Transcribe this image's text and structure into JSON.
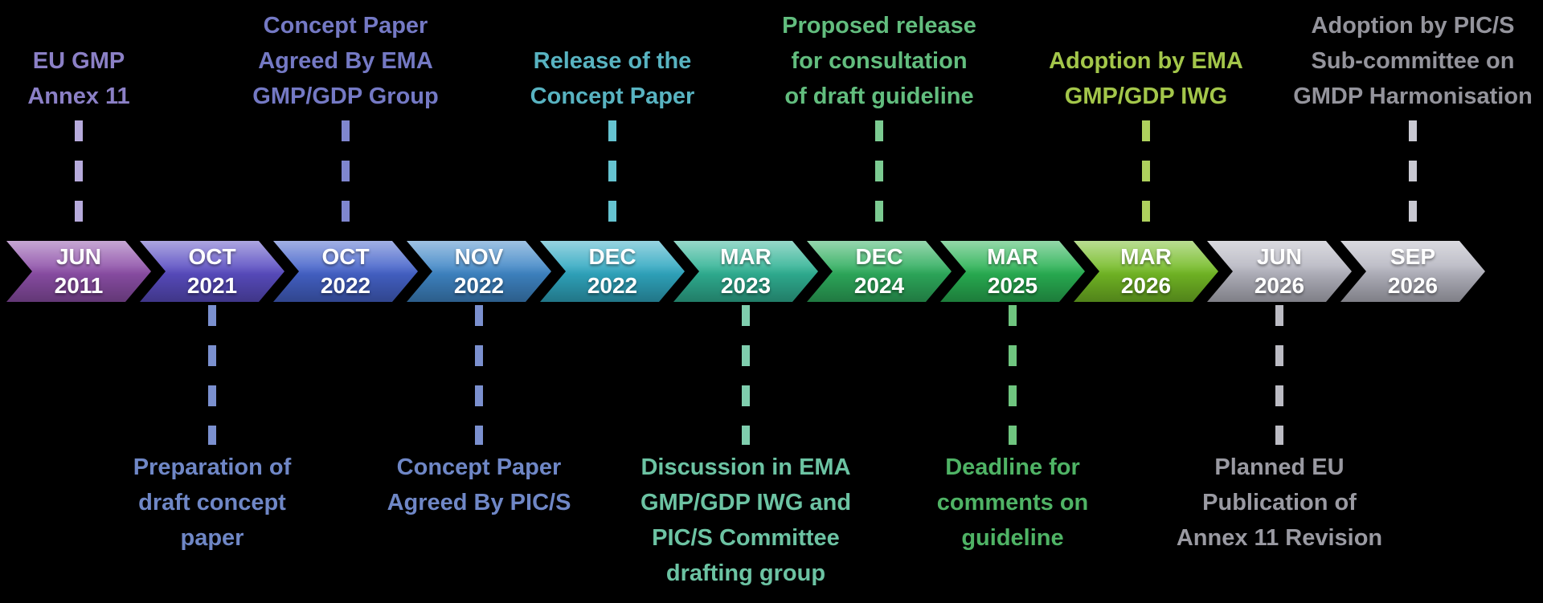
{
  "timeline": {
    "background_color": "#000000",
    "chevrons": [
      {
        "month": "JUN",
        "year": "2011",
        "color": "#8d4fa8"
      },
      {
        "month": "OCT",
        "year": "2021",
        "color": "#5a4dc2"
      },
      {
        "month": "OCT",
        "year": "2022",
        "color": "#4563ca"
      },
      {
        "month": "NOV",
        "year": "2022",
        "color": "#3f86c6"
      },
      {
        "month": "DEC",
        "year": "2022",
        "color": "#30a8c1"
      },
      {
        "month": "MAR",
        "year": "2023",
        "color": "#30b294"
      },
      {
        "month": "DEC",
        "year": "2024",
        "color": "#2ead5d"
      },
      {
        "month": "MAR",
        "year": "2025",
        "color": "#29b153"
      },
      {
        "month": "MAR",
        "year": "2026",
        "color": "#74bb25"
      },
      {
        "month": "JUN",
        "year": "2026",
        "color": "#b5b5c0"
      },
      {
        "month": "SEP",
        "year": "2026",
        "color": "#b5b5c0"
      }
    ],
    "top_labels": [
      {
        "lines": [
          "EU GMP",
          "Annex 11"
        ],
        "color": "#8b80c6",
        "dash_color": "#b7abdc",
        "chevron_index": 0,
        "connects_to": "JUN 2011"
      },
      {
        "lines": [
          "Concept Paper",
          "Agreed By EMA",
          "GMP/GDP Group"
        ],
        "color": "#7479c4",
        "dash_color": "#7f86cf",
        "chevron_index": 2,
        "connects_to": "OCT 2022"
      },
      {
        "lines": [
          "Release of the",
          "Concept Paper"
        ],
        "color": "#58b3c1",
        "dash_color": "#66c3d0",
        "chevron_index": 4,
        "connects_to": "DEC 2022"
      },
      {
        "lines": [
          "Proposed release",
          "for consultation",
          "of draft guideline"
        ],
        "color": "#62bd7e",
        "dash_color": "#7ccb92",
        "chevron_index": 6,
        "connects_to": "DEC 2024"
      },
      {
        "lines": [
          "Adoption by EMA",
          "GMP/GDP IWG"
        ],
        "color": "#a3c64a",
        "dash_color": "#aed05d",
        "chevron_index": 8,
        "connects_to": "MAR 2026"
      },
      {
        "lines": [
          "Adoption by PIC/S",
          "Sub-committee on",
          "GMDP Harmonisation"
        ],
        "color": "#94949c",
        "dash_color": "#c9c9d2",
        "chevron_index": 10,
        "connects_to": "SEP 2026"
      }
    ],
    "bottom_labels": [
      {
        "lines": [
          "Preparation of",
          "draft concept",
          "paper"
        ],
        "color": "#6f87c6",
        "dash_color": "#7b90cf",
        "chevron_index": 1,
        "connects_to": "OCT 2021"
      },
      {
        "lines": [
          "Concept Paper",
          "Agreed By PIC/S"
        ],
        "color": "#6f87c6",
        "dash_color": "#7b90cf",
        "chevron_index": 3,
        "connects_to": "NOV 2022"
      },
      {
        "lines": [
          "Discussion in EMA",
          "GMP/GDP IWG and",
          "PIC/S Committee",
          "drafting group"
        ],
        "color": "#6cc3a3",
        "dash_color": "#7fceae",
        "chevron_index": 5,
        "connects_to": "MAR 2023"
      },
      {
        "lines": [
          "Deadline for",
          "comments on",
          "guideline"
        ],
        "color": "#4fb365",
        "dash_color": "#6fc57f",
        "chevron_index": 7,
        "connects_to": "MAR 2025"
      },
      {
        "lines": [
          "Planned EU",
          "Publication of",
          "Annex 11 Revision"
        ],
        "color": "#9a9aa2",
        "dash_color": "#bcbcc4",
        "chevron_index": 9,
        "connects_to": "JUN 2026"
      }
    ]
  }
}
